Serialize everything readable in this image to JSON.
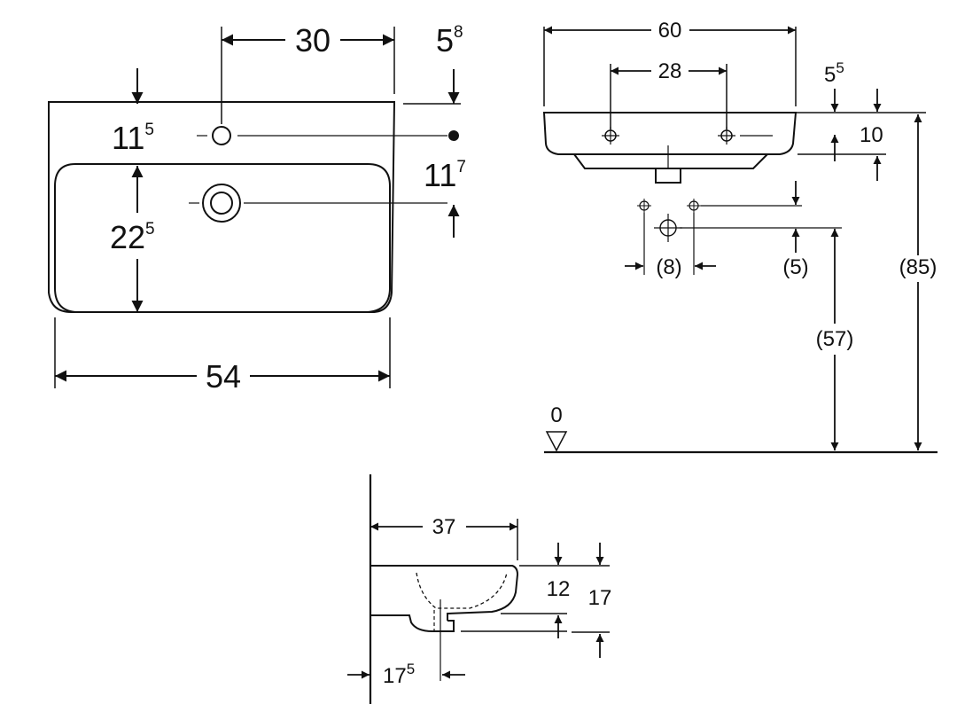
{
  "top_view": {
    "dims": {
      "top_width": "30",
      "edge_main": "5",
      "edge_sup": "8",
      "upper_main": "11",
      "upper_sup": "5",
      "lower_main": "11",
      "lower_sup": "7",
      "basin_main": "22",
      "basin_sup": "5",
      "width": "54"
    }
  },
  "front_view": {
    "dims": {
      "width": "60",
      "hole_spacing": "28",
      "top_main": "5",
      "top_sup": "5",
      "rim": "10",
      "spacing_small": "(8)",
      "offset_small": "(5)",
      "height_to_rim": "(85)",
      "height_to_outlet": "(57)",
      "floor": "0"
    }
  },
  "side_view": {
    "dims": {
      "depth": "37",
      "inner_depth": "12",
      "outer_depth": "17",
      "outlet_main": "17",
      "outlet_sup": "5"
    }
  }
}
